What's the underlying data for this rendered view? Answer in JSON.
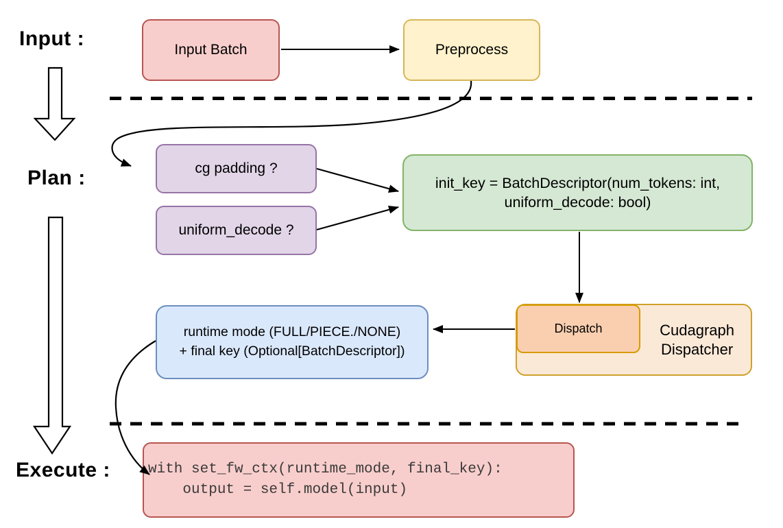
{
  "phases": {
    "input": "Input :",
    "plan": "Plan :",
    "execute": "Execute :"
  },
  "nodes": {
    "input_batch": "Input Batch",
    "preprocess": "Preprocess",
    "cg_padding": "cg padding ?",
    "uniform_decode": "uniform_decode ?",
    "init_key": "init_key = BatchDescriptor(num_tokens: int,\nuniform_decode: bool)",
    "runtime_mode": "runtime mode (FULL/PIECE./NONE)\n+ final key (Optional[BatchDescriptor])",
    "dispatch": "Dispatch",
    "cudagraph_dispatcher": "Cudagraph\nDispatcher",
    "execute_code": "with set_fw_ctx(runtime_mode, final_key):\n    output = self.model(input)"
  },
  "colors": {
    "red_fill": "#f8cecc",
    "red_border": "#b85450",
    "yellow_fill": "#fff2cc",
    "yellow_border": "#d6b656",
    "purple_fill": "#e1d5e7",
    "purple_border": "#9673a6",
    "green_fill": "#d5e8d4",
    "green_border": "#82b366",
    "blue_fill": "#dae8fc",
    "blue_border": "#6c8ebf",
    "orange_fill": "#f9cfb0",
    "orange_border": "#d79b00",
    "peach_fill": "#fbe9d7",
    "peach_border": "#cfa02a",
    "connector": "#000000",
    "background": "#ffffff"
  }
}
